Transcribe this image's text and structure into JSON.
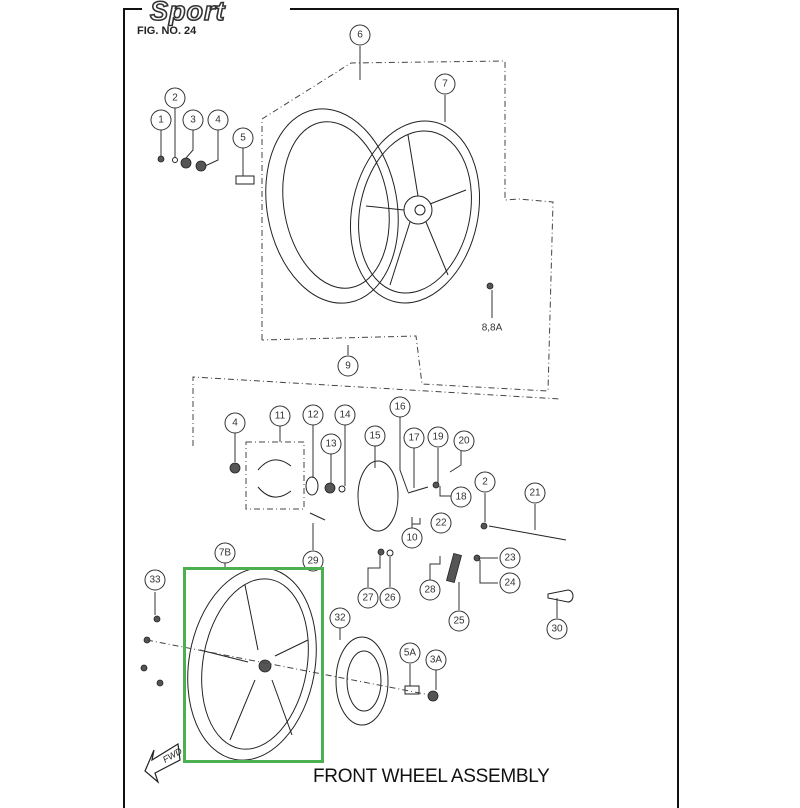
{
  "header": {
    "brand_logo": "Sport",
    "figure_number": "FIG. NO. 24"
  },
  "caption": "FRONT WHEEL ASSEMBLY",
  "highlight": {
    "target_part": "7B",
    "color": "#4caf50"
  },
  "forward_arrow": "FWD",
  "callouts": [
    {
      "id": "1",
      "label": "1"
    },
    {
      "id": "2",
      "label": "2"
    },
    {
      "id": "3",
      "label": "3"
    },
    {
      "id": "4",
      "label": "4"
    },
    {
      "id": "5",
      "label": "5"
    },
    {
      "id": "6",
      "label": "6"
    },
    {
      "id": "7",
      "label": "7"
    },
    {
      "id": "8",
      "label": "8,8A"
    },
    {
      "id": "9",
      "label": "9"
    },
    {
      "id": "4b",
      "label": "4"
    },
    {
      "id": "11",
      "label": "11"
    },
    {
      "id": "12",
      "label": "12"
    },
    {
      "id": "13",
      "label": "13"
    },
    {
      "id": "14",
      "label": "14"
    },
    {
      "id": "15",
      "label": "15"
    },
    {
      "id": "16",
      "label": "16"
    },
    {
      "id": "17",
      "label": "17"
    },
    {
      "id": "19",
      "label": "19"
    },
    {
      "id": "20",
      "label": "20"
    },
    {
      "id": "18",
      "label": "18"
    },
    {
      "id": "2b",
      "label": "2"
    },
    {
      "id": "21",
      "label": "21"
    },
    {
      "id": "22",
      "label": "22"
    },
    {
      "id": "10",
      "label": "10"
    },
    {
      "id": "29",
      "label": "29"
    },
    {
      "id": "7B",
      "label": "7B"
    },
    {
      "id": "33",
      "label": "33"
    },
    {
      "id": "27",
      "label": "27"
    },
    {
      "id": "26",
      "label": "26"
    },
    {
      "id": "28",
      "label": "28"
    },
    {
      "id": "23",
      "label": "23"
    },
    {
      "id": "24",
      "label": "24"
    },
    {
      "id": "25",
      "label": "25"
    },
    {
      "id": "30",
      "label": "30"
    },
    {
      "id": "32",
      "label": "32"
    },
    {
      "id": "5A",
      "label": "5A"
    },
    {
      "id": "3A",
      "label": "3A"
    }
  ]
}
